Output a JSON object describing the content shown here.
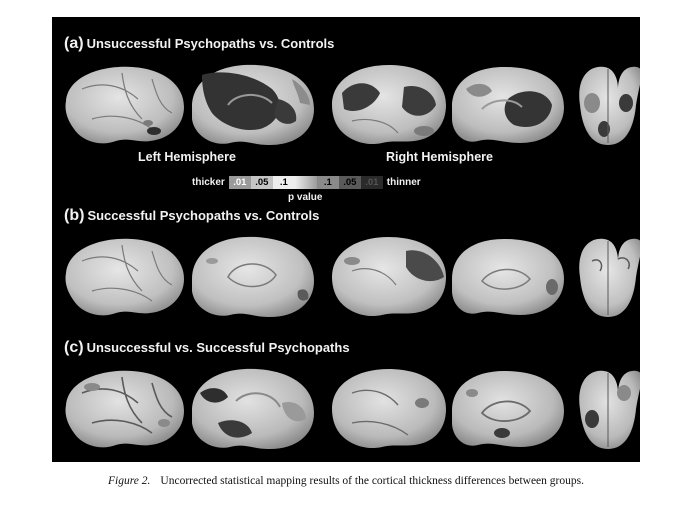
{
  "figure": {
    "panels": [
      {
        "letter": "(a)",
        "title": "Unsuccessful Psychopaths vs. Controls"
      },
      {
        "letter": "(b)",
        "title": "Successful Psychopaths vs. Controls"
      },
      {
        "letter": "(c)",
        "title": "Unsuccessful vs. Successful Psychopaths"
      }
    ],
    "hemispheres": {
      "left": "Left Hemisphere",
      "right": "Right Hemisphere"
    },
    "legend": {
      "left_word": "thicker",
      "right_word": "thinner",
      "left_ticks": [
        ".01",
        ".05",
        ".1"
      ],
      "right_ticks": [
        ".1",
        ".05",
        ".01"
      ],
      "axis_label": "p value"
    },
    "colors": {
      "background": "#000000",
      "cortex": "#c8c8c8",
      "thicker_strong": "#9a9a9a",
      "thinner_strong": "#2a2a2a"
    }
  },
  "caption": {
    "number": "Figure 2.",
    "text": "Uncorrected statistical mapping results of the cortical thickness differences between groups."
  }
}
